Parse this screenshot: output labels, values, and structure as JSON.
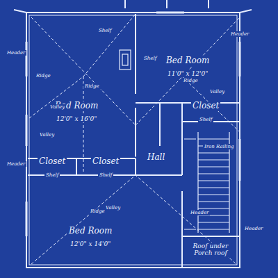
{
  "diagram": {
    "nodes": [
      {
        "text": [
          "Bed Room",
          "11'0\" x 12'0\""
        ]
      },
      {
        "text": [
          "Bed Room",
          "12'0\" x 16'0\""
        ]
      },
      {
        "text": [
          "Closet",
          "Shelf"
        ]
      },
      {
        "text": [
          "Hall"
        ]
      },
      {
        "text": [
          "Closet",
          "Shelf"
        ]
      },
      {
        "text": [
          "Closet",
          "Shelf"
        ]
      },
      {
        "text": [
          "Bed Room",
          "12'0\" x 14'0\""
        ]
      },
      {
        "text": [
          "Roof under Porch roof"
        ]
      }
    ],
    "labels": [
      "Header",
      "Header",
      "Shelf",
      "Ridge",
      "Valley",
      "Valley",
      "Valley",
      "Ridge",
      "Iron Railing",
      "Header",
      "Shelf",
      "Ridge",
      "Header",
      "Header",
      "Valley",
      "Ridge"
    ]
  }
}
